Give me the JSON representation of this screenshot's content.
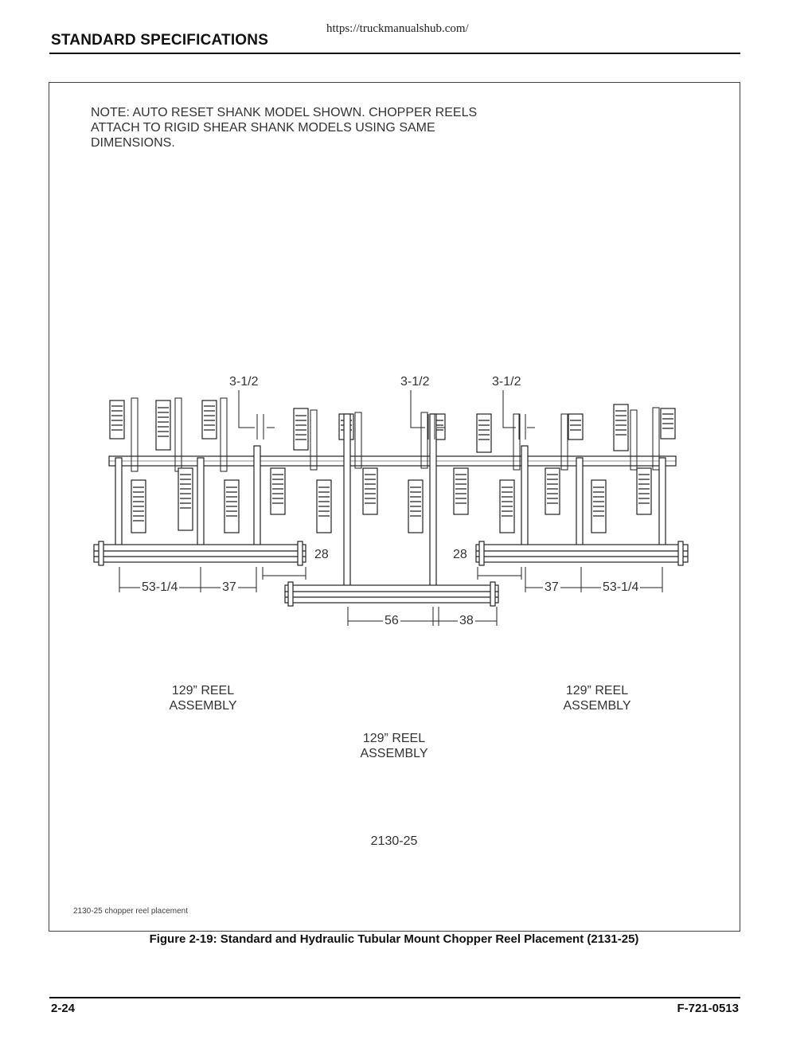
{
  "header": {
    "url": "https://truckmanualshub.com/",
    "section_title": "STANDARD SPECIFICATIONS"
  },
  "figure": {
    "note": "NOTE: AUTO RESET SHANK MODEL SHOWN. CHOPPER REELS\nATTACH TO RIGID SHEAR SHANK MODELS USING SAME\nDIMENSIONS.",
    "dimensions": {
      "top_left": "3-1/2",
      "top_center": "3-1/2",
      "top_right": "3-1/2",
      "offset_left": "28",
      "offset_right": "28",
      "left_outer": "53-1/4",
      "left_inner": "37",
      "right_inner": "37",
      "right_outer": "53-1/4",
      "center_left": "56",
      "center_right": "38"
    },
    "reel_left": "129” REEL\nASSEMBLY",
    "reel_right": "129” REEL\nASSEMBLY",
    "reel_center": "129” REEL\nASSEMBLY",
    "drawing_number": "2130-25",
    "file_label": "2130-25 chopper reel placement"
  },
  "caption": "Figure 2-19:  Standard and Hydraulic Tubular Mount Chopper Reel Placement (2131-25)",
  "footer": {
    "page_number": "2-24",
    "document_number": "F-721-0513"
  }
}
